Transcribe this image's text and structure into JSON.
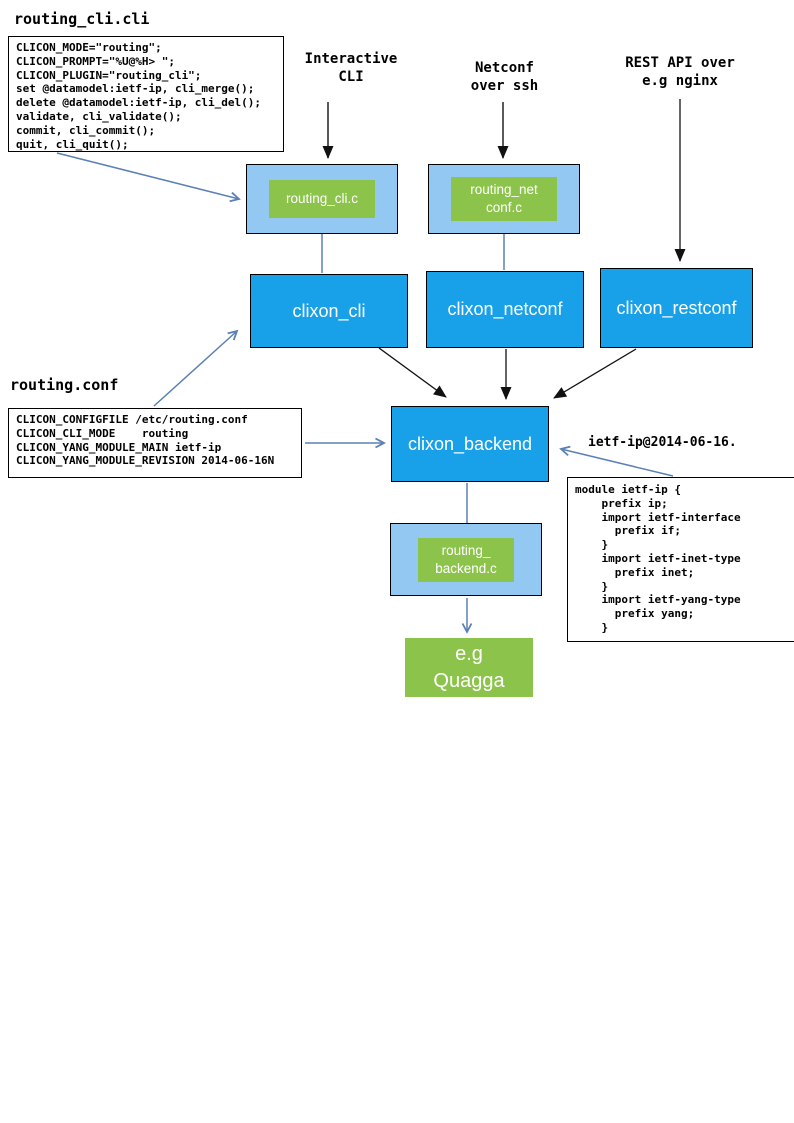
{
  "colors": {
    "bright_blue": "#18a0e8",
    "light_blue": "#93c8f3",
    "green": "#8cc44b",
    "arrow_blue": "#5b80b5",
    "arrow_black": "#1a1a1a"
  },
  "files": {
    "routing_cli": {
      "title": "routing_cli.cli",
      "code": [
        "CLICON_MODE=\"routing\";",
        "CLICON_PROMPT=\"%U@%H> \";",
        "CLICON_PLUGIN=\"routing_cli\";",
        "set @datamodel:ietf-ip, cli_merge();",
        "delete @datamodel:ietf-ip, cli_del();",
        "validate, cli_validate();",
        "commit, cli_commit();",
        "quit, cli_quit();"
      ]
    },
    "routing_conf": {
      "title": "routing.conf",
      "code": [
        "CLICON_CONFIGFILE /etc/routing.conf",
        "CLICON_CLI_MODE    routing",
        "CLICON_YANG_MODULE_MAIN ietf-ip",
        "CLICON_YANG_MODULE_REVISION 2014-06-16N"
      ]
    },
    "ietf_yang": {
      "title": "ietf-ip@2014-06-16.",
      "code": [
        "module ietf-ip {",
        "    prefix ip;",
        "    import ietf-interface",
        "      prefix if;",
        "    }",
        "    import ietf-inet-type",
        "      prefix inet;",
        "    }",
        "    import ietf-yang-type",
        "      prefix yang;",
        "    }"
      ]
    }
  },
  "annotations": {
    "interactive_cli": "Interactive\nCLI",
    "netconf": "Netconf\nover ssh",
    "rest_api": "REST API over\ne.g nginx"
  },
  "nodes": {
    "plugin_cli": "routing_cli.c",
    "plugin_netconf": "routing_net\nconf.c",
    "plugin_backend": "routing_\nbackend.c",
    "clixon_cli": "clixon_cli",
    "clixon_netconf": "clixon_netconf",
    "clixon_restconf": "clixon_restconf",
    "clixon_backend": "clixon_backend",
    "quagga": "e.g\nQuagga"
  }
}
